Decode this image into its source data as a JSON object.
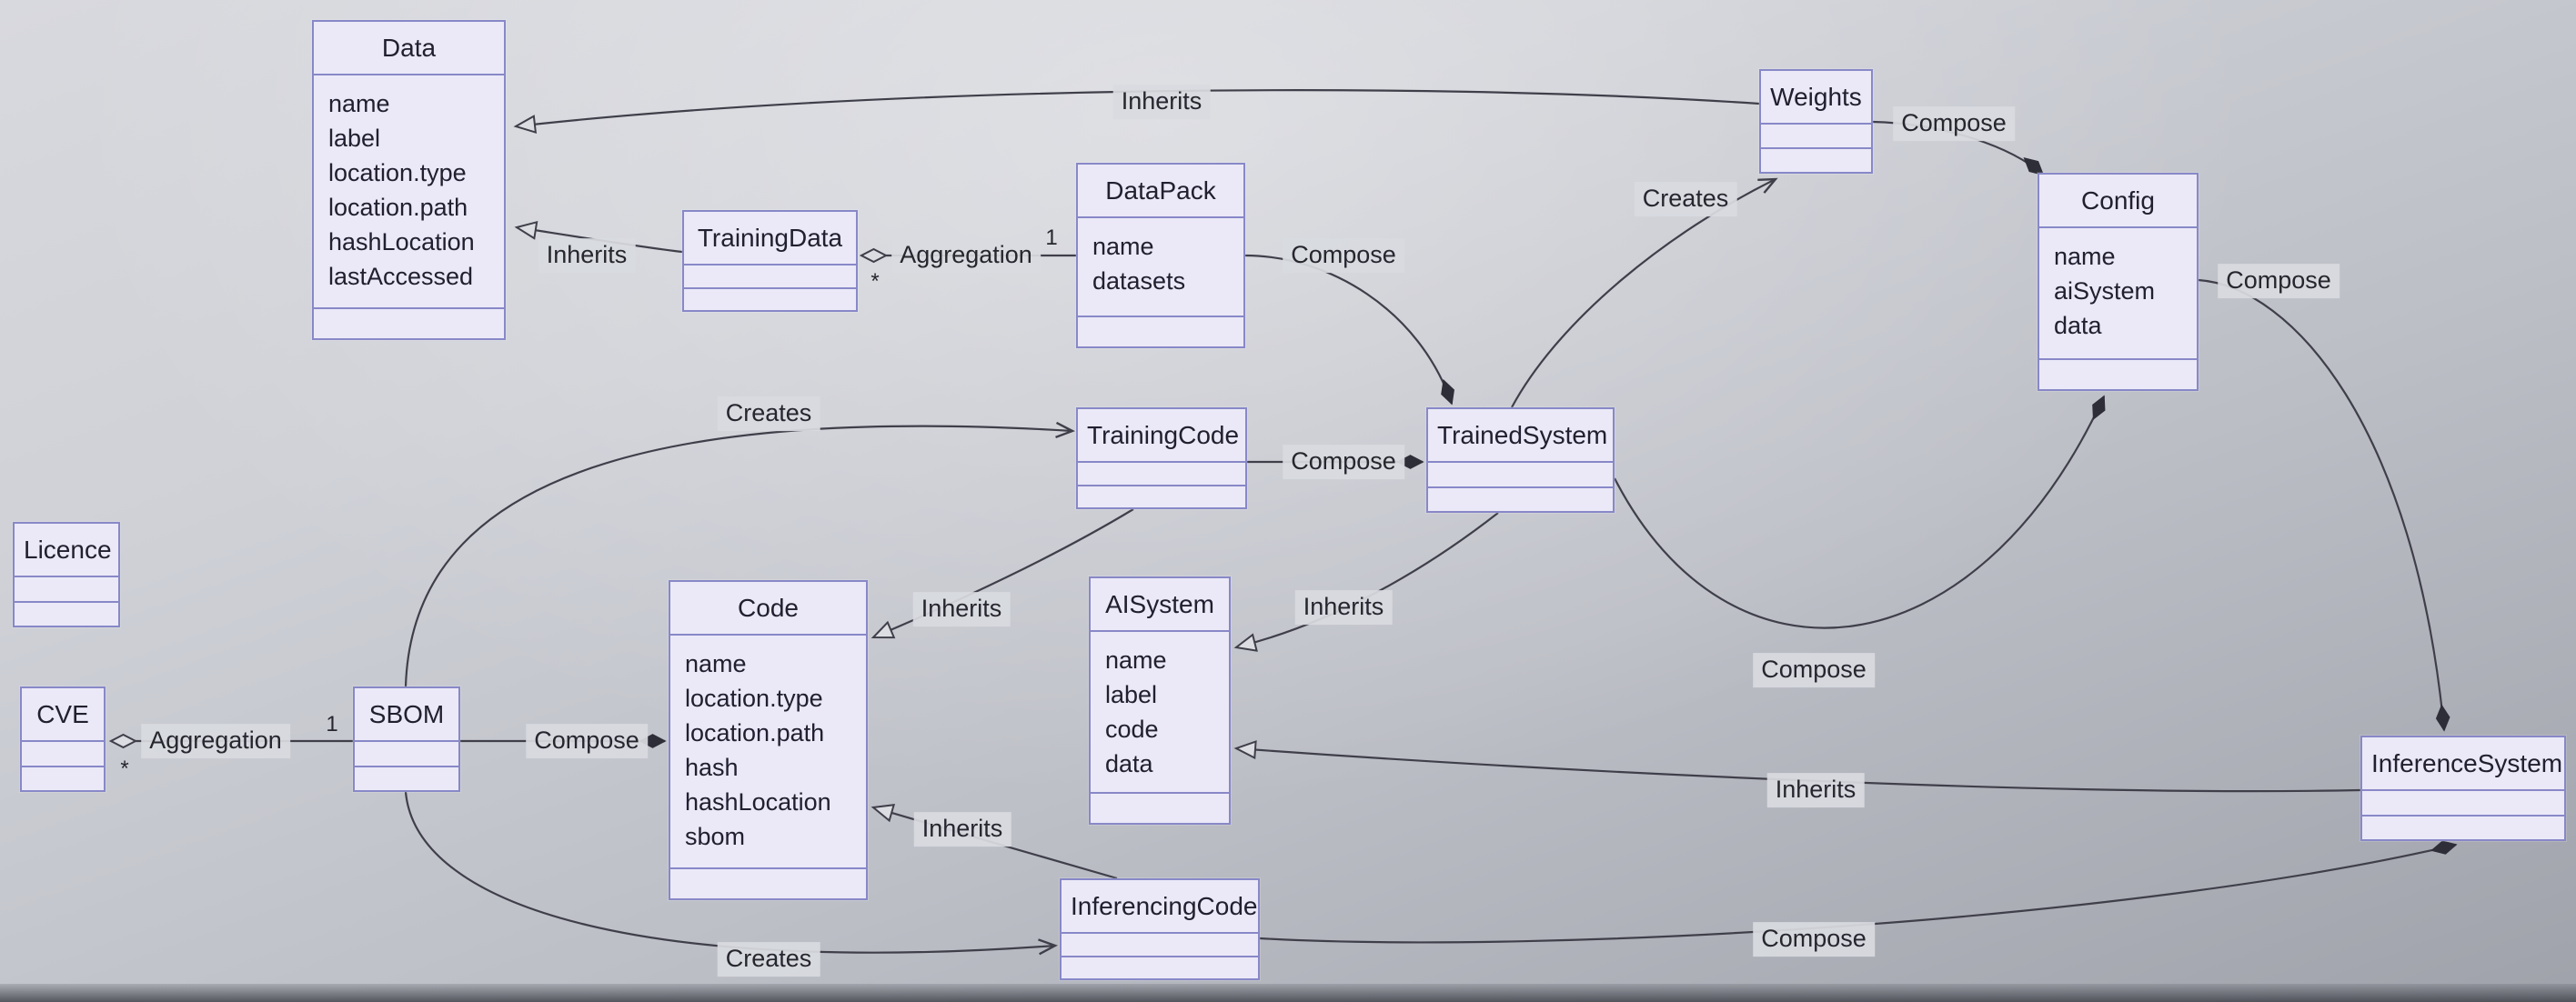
{
  "diagram_type": "uml-class-diagram",
  "colors": {
    "class_fill": "#ebe9f7",
    "class_border": "#8888c8",
    "edge_line": "#3f3f4a",
    "background_top": "#d8d9de",
    "background_bottom": "#a0a2ab"
  },
  "classes": {
    "data": {
      "title": "Data",
      "attrs": [
        "name",
        "label",
        "location.type",
        "location.path",
        "hashLocation",
        "lastAccessed"
      ]
    },
    "trainingData": {
      "title": "TrainingData"
    },
    "dataPack": {
      "title": "DataPack",
      "attrs": [
        "name",
        "datasets"
      ]
    },
    "weights": {
      "title": "Weights"
    },
    "config": {
      "title": "Config",
      "attrs": [
        "name",
        "aiSystem",
        "data"
      ]
    },
    "trainedSystem": {
      "title": "TrainedSystem"
    },
    "trainingCode": {
      "title": "TrainingCode"
    },
    "code": {
      "title": "Code",
      "attrs": [
        "name",
        "location.type",
        "location.path",
        "hash",
        "hashLocation",
        "sbom"
      ]
    },
    "aiSystem": {
      "title": "AISystem",
      "attrs": [
        "name",
        "label",
        "code",
        "data"
      ]
    },
    "licence": {
      "title": "Licence"
    },
    "cve": {
      "title": "CVE"
    },
    "sbom": {
      "title": "SBOM"
    },
    "inferencingCode": {
      "title": "InferencingCode"
    },
    "inferenceSystem": {
      "title": "InferenceSystem"
    }
  },
  "relations": {
    "weights_inherits_data": {
      "label": "Inherits"
    },
    "trainingData_inherits_data": {
      "label": "Inherits"
    },
    "trainingData_aggregates_dataPack": {
      "label": "Aggregation",
      "multiplicity_part": "1",
      "multiplicity_whole": "*"
    },
    "dataPack_compose_trainedSystem": {
      "label": "Compose"
    },
    "trainedSystem_creates_weights": {
      "label": "Creates"
    },
    "weights_compose_config": {
      "label": "Compose"
    },
    "config_compose_inferenceSystem": {
      "label": "Compose"
    },
    "sbom_creates_trainingCode": {
      "label": "Creates"
    },
    "trainingCode_compose_trainedSystem": {
      "label": "Compose"
    },
    "trainingCode_inherits_code": {
      "label": "Inherits"
    },
    "trainedSystem_inherits_aiSystem": {
      "label": "Inherits"
    },
    "trainedSystem_compose_config": {
      "label": "Compose"
    },
    "cve_aggregates_sbom": {
      "label": "Aggregation",
      "multiplicity_part": "1",
      "multiplicity_whole": "*"
    },
    "sbom_compose_code": {
      "label": "Compose"
    },
    "inferenceSystem_inherits_aiSystem": {
      "label": "Inherits"
    },
    "inferencingCode_inherits_code": {
      "label": "Inherits"
    },
    "sbom_creates_inferencingCode": {
      "label": "Creates"
    },
    "inferencingCode_compose_inferenceSystem": {
      "label": "Compose"
    }
  }
}
